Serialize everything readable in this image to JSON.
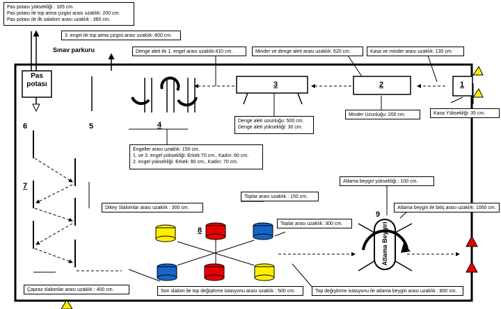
{
  "title": "Sınav parkuru",
  "top_info": {
    "line1": "Pas potası yüksekliği : 165 cm.",
    "line2": "Pas potası ile top atma çizgisi arası uzaklık: 200 cm.",
    "line3": "Pas potası ile ilk salalom arası uzaklık : 360 cm."
  },
  "labels": {
    "engel3_top": "3. engel ile top atma çizgisi arası uzaklık: 800 cm.",
    "denge_engel": "Denge aleti ile 1. engel arası uzaklık:410 cm.",
    "minder_denge": "Minder ve denge aleti arası uzaklık: 620 cm.",
    "kasa_minder": "Kasa ve minder arası uzaklık: 130 cm.",
    "minder_uzunlugu": "Minder Uzunluğu: 200 cm.",
    "kasa_yuksekligi": "Kasa Yüksekliği: 35 cm.",
    "denge_uzunlugu": "Denge aleti uzunluğu: 500 cm.",
    "denge_yuksekligi": "Denge aleti yüksekliği: 30 cm.",
    "engeller_line1": "Engeller arası uzaklık: 150 cm.",
    "engeller_line2": "1. ve  3. engel yüksekliği: Erkek:70 cm., Kadın: 60 cm.",
    "engeller_line3": "2. engel yüksekliği: Erkek: 80 cm., Kadın: 70 cm.",
    "dikey_slalom": "Dikey Slalomlar arası uzaklık : 300 cm.",
    "toplar_150": "Toplar arası uzaklık : 150 cm.",
    "toplar_300": "Toplar arası uzaklık: 300 cm.",
    "atlama_yuksekligi": "Atlama beygiri yüksekliği : 100 cm.",
    "atlama_bitis": "Atlama beygiri ile bitiş arası uzaklık: 1000 cm.",
    "capraz_slalom": "Çapraz slalomlar arası uzaklık : 400 cm.",
    "son_slalom": "Son slalom ile top değiştirme istasyonu arası uzaklık : 500 cm.",
    "top_degistirme": "Top değiştirme istasyonu ile atlama beygiri arası uzaklık : 800 cm."
  },
  "stations": {
    "pas_potasi": "Pas potası",
    "atlama_beygiri": "Atlama Beygiri"
  },
  "numbers": [
    "1",
    "2",
    "3",
    "4",
    "5",
    "6",
    "7",
    "8",
    "9"
  ],
  "colors": {
    "yellow": "#ffee00",
    "red": "#e60000",
    "blue": "#1466c8"
  }
}
